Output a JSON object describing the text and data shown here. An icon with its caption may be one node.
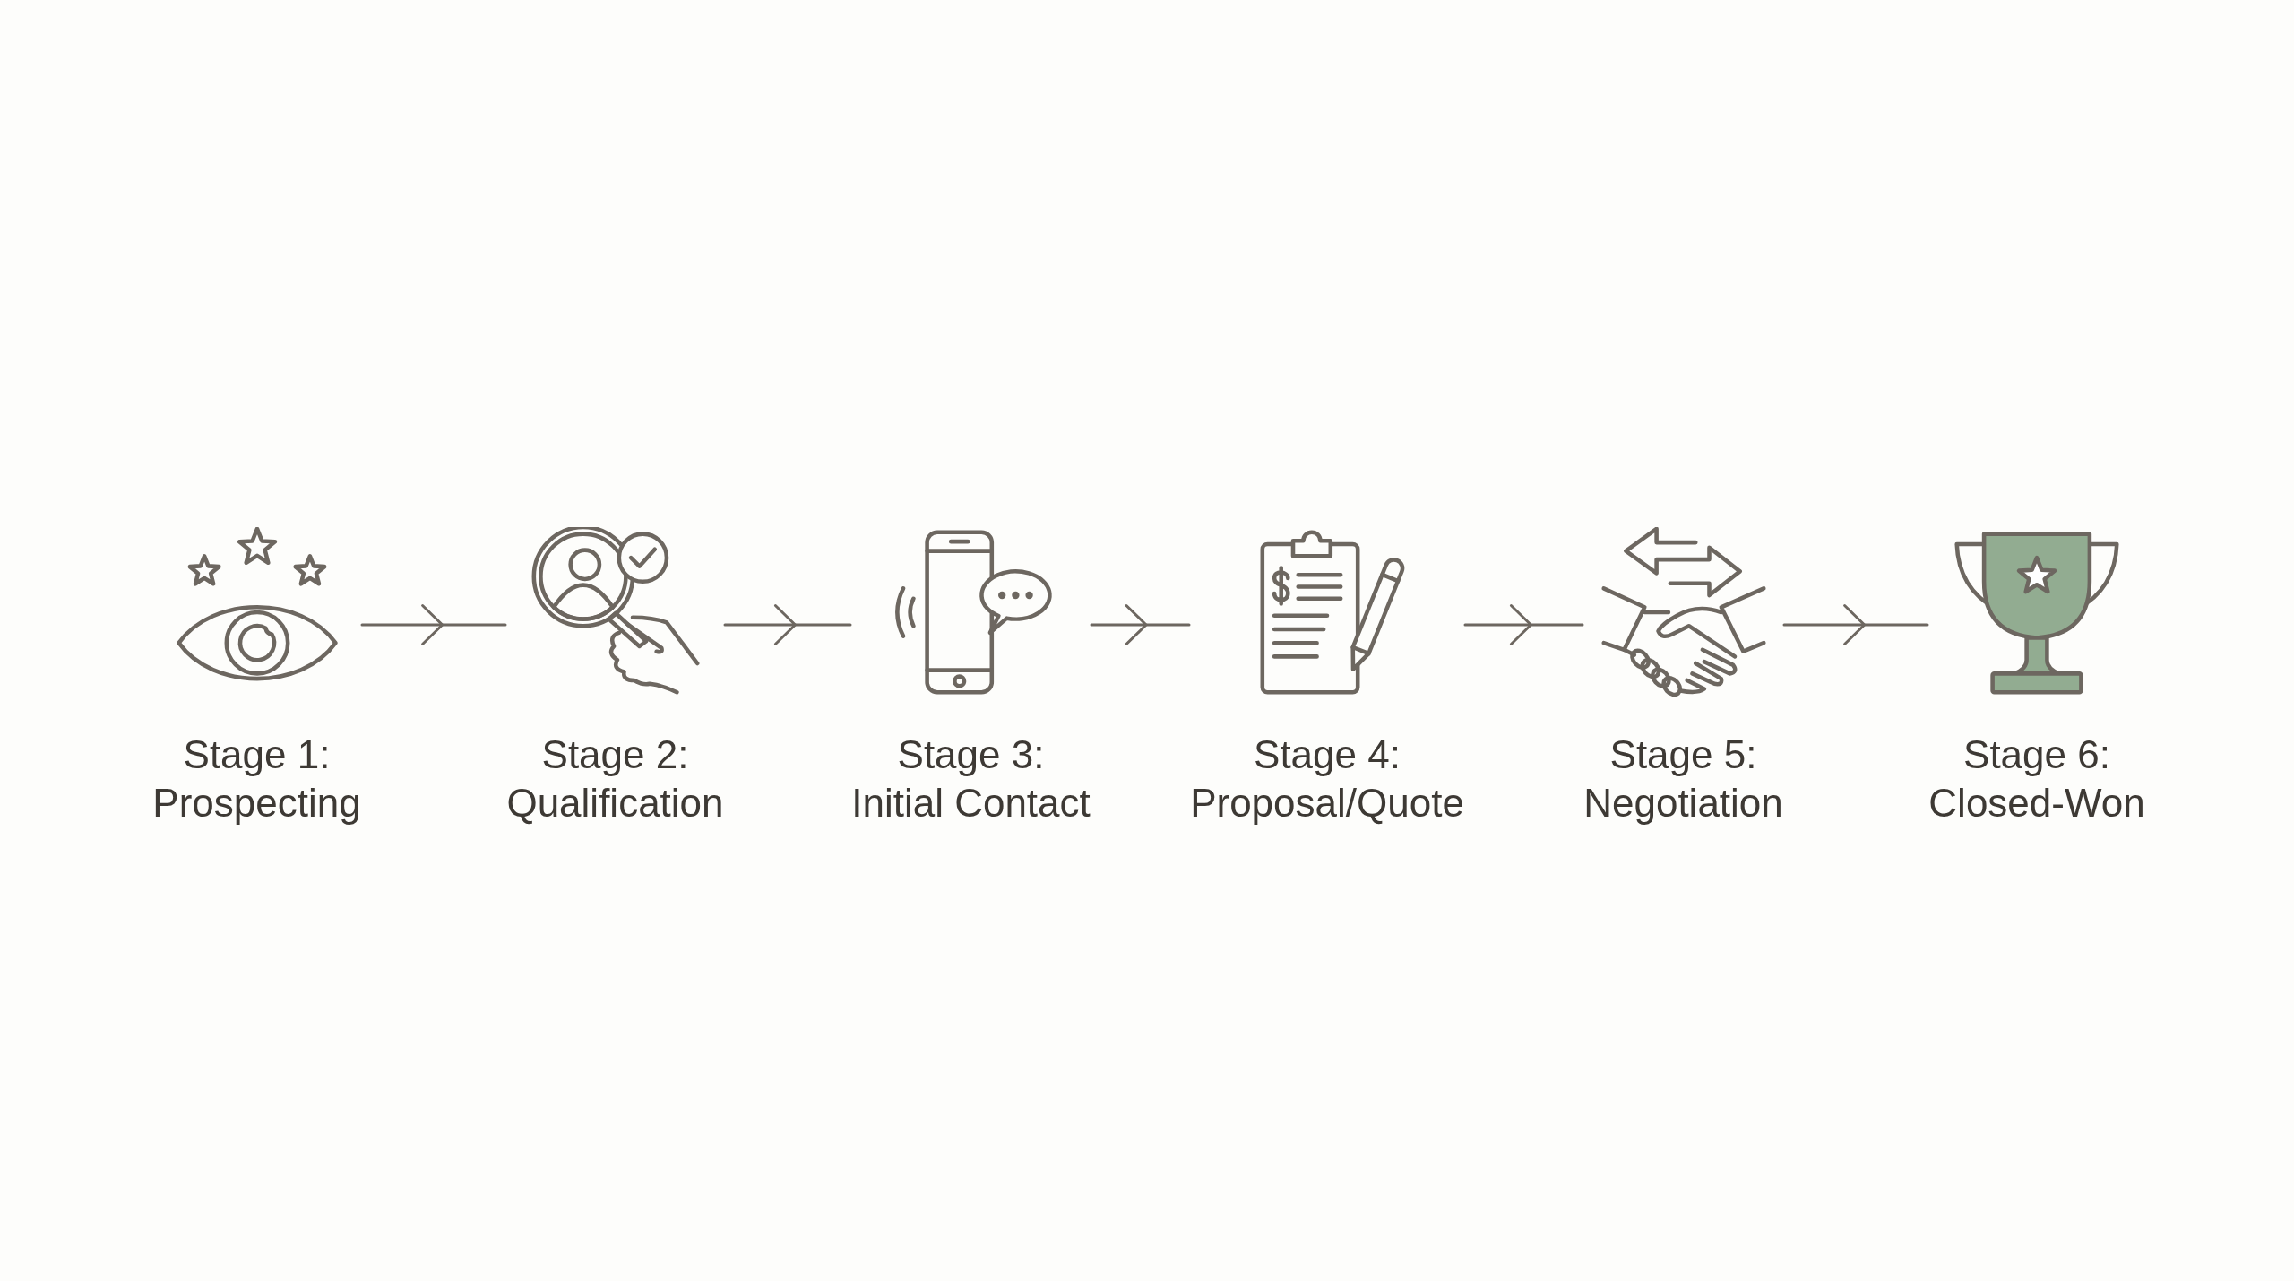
{
  "diagram": {
    "nodes": [
      {
        "text": [
          "Stage 1: Prospecting"
        ]
      },
      {
        "text": [
          "Stage 2: Qualification"
        ]
      },
      {
        "text": [
          "Stage 3: Initial Contact"
        ]
      },
      {
        "text": [
          "Stage 4: Proposal/Quote"
        ]
      },
      {
        "text": [
          "Stage 5: Negotiation"
        ]
      },
      {
        "text": [
          "Stage 6: Closed-Won"
        ]
      }
    ],
    "edges": [
      {
        "from": 0,
        "to": 1,
        "arrow": "to"
      },
      {
        "from": 1,
        "to": 2,
        "arrow": "to"
      },
      {
        "from": 2,
        "to": 3,
        "arrow": "to"
      },
      {
        "from": 3,
        "to": 4,
        "arrow": "to"
      },
      {
        "from": 4,
        "to": 5,
        "arrow": "to"
      }
    ]
  }
}
